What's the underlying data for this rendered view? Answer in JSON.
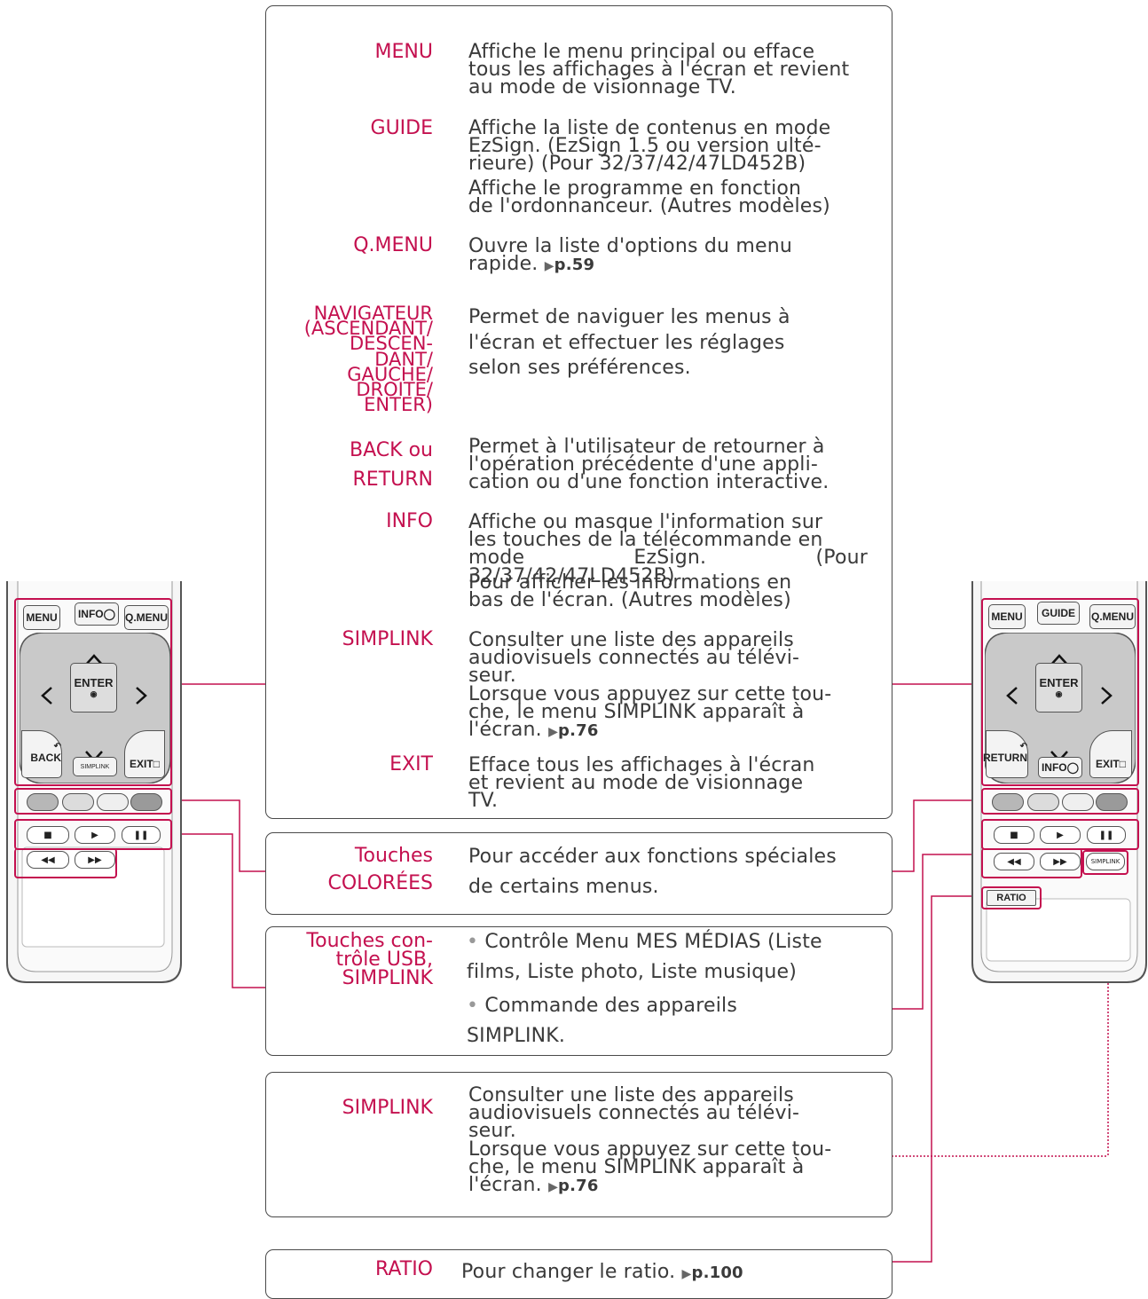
{
  "main_box": {
    "entries": [
      {
        "label": "MENU",
        "desc": "Affiche le menu principal ou efface\ntous les affichages à l'écran et revient\nau mode de visionnage TV."
      },
      {
        "label": "GUIDE",
        "desc": "Affiche la liste de contenus en mode\nEzSign. (EzSign 1.5 ou version ulté-\nrieure) (Pour 32/37/42/47LD452B)",
        "desc2": "Affiche le programme en fonction\nde l'ordonnanceur. (Autres modèles)"
      },
      {
        "label": "Q.MENU",
        "desc": "Ouvre la liste d'options du menu\nrapide.",
        "ref": "p.59"
      },
      {
        "label": "NAVIGATEUR\n(ASCENDANT/\nDESCEN-\nDANT/\nGAUCHE/\nDROITE/\nENTER)",
        "desc": "Permet de naviguer les menus à\nl'écran et effectuer les réglages\nselon ses préférences."
      },
      {
        "label": "BACK ou\nRETURN",
        "desc": "Permet à l'utilisateur de retourner à\nl'opération précédente d'une appli-\ncation ou d'une fonction interactive."
      },
      {
        "label": "INFO",
        "desc": "Affiche ou masque l'information sur\nles touches de la télécommande en\nmode EzSign. (Pour 32/37/42/47LD452B)",
        "desc2": "Pour afficher les informations en\nbas de l'écran. (Autres modèles)"
      },
      {
        "label": "SIMPLINK",
        "desc": "Consulter une liste des appareils\naudiovisuels connectés au télévi-\nseur.\nLorsque vous appuyez sur cette tou-\nche, le menu SIMPLINK apparaît à\nl'écran.",
        "ref": "p.76"
      },
      {
        "label": "EXIT",
        "desc": "Efface tous les affichages à l'écran\net revient au mode de visionnage\nTV."
      }
    ]
  },
  "colored_box": {
    "label": "Touches\nCOLORÉES",
    "desc": "Pour accéder aux fonctions spéciales\nde certains menus."
  },
  "usb_box": {
    "label": "Touches con-\ntrôle USB,\nSIMPLINK",
    "bullet1": "Contrôle Menu MES MÉDIAS (Liste\nfilms, Liste photo, Liste musique)",
    "bullet2": "Commande des appareils\nSIMPLINK."
  },
  "simplink_box": {
    "label": "SIMPLINK",
    "desc": "Consulter une liste des appareils\naudiovisuels connectés au télévi-\nseur.\nLorsque vous appuyez sur cette tou-\nche, le menu SIMPLINK apparaît à\nl'écran.",
    "ref": "p.76"
  },
  "ratio_box": {
    "label": "RATIO",
    "desc": "Pour changer le ratio.",
    "ref": "p.100"
  },
  "left_remote": {
    "menu": "MENU",
    "info": "INFO",
    "qmenu": "Q.MENU",
    "enter": "ENTER",
    "back": "BACK",
    "simplink": "SIMPLINK",
    "exit": "EXIT"
  },
  "right_remote": {
    "menu": "MENU",
    "guide": "GUIDE",
    "qmenu": "Q.MENU",
    "enter": "ENTER",
    "return": "RETURN",
    "info": "INFO",
    "exit": "EXIT",
    "simplink": "SIMPLINK",
    "ratio": "RATIO"
  },
  "colors": {
    "accent": "#c4104f",
    "border": "#4a4a4a"
  },
  "icons": [
    "triangle-right-icon",
    "power-icon",
    "exit-icon",
    "back-icon"
  ]
}
